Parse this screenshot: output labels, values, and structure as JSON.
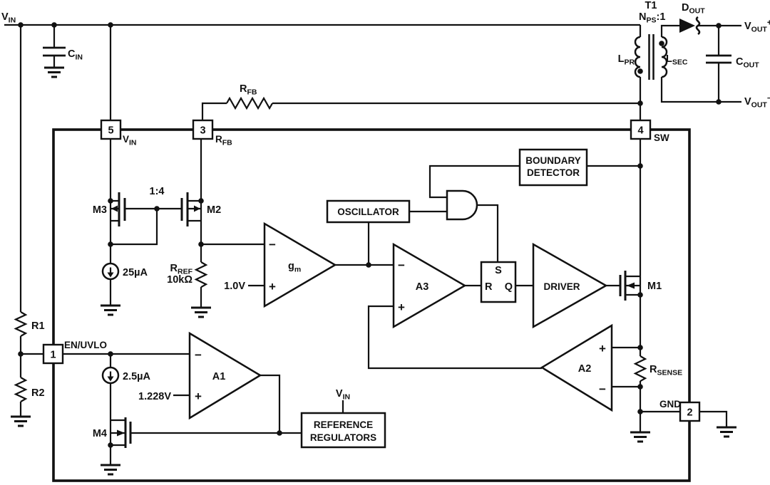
{
  "diagram": {
    "description": "Flyback converter IC internal block diagram",
    "colors": {
      "line": "#111111",
      "background": "#ffffff"
    }
  },
  "external": {
    "vin": {
      "main": "V",
      "sub": "IN"
    },
    "cin": {
      "main": "C",
      "sub": "IN"
    },
    "rfb": {
      "main": "R",
      "sub": "FB"
    },
    "r1": "R1",
    "r2": "R2",
    "transformer": {
      "name": "T1",
      "ratio_main": "N",
      "ratio_sub": "PS",
      "ratio_suffix": ":1",
      "lpri": {
        "main": "L",
        "sub": "PRI"
      },
      "lsec": {
        "main": "L",
        "sub": "SEC"
      }
    },
    "dout": {
      "main": "D",
      "sub": "OUT"
    },
    "cout": {
      "main": "C",
      "sub": "OUT"
    },
    "vout_plus": {
      "main": "V",
      "sub": "OUT",
      "sign": "+"
    },
    "vout_minus": {
      "main": "V",
      "sub": "OUT",
      "sign": "−"
    }
  },
  "pins": {
    "p5": {
      "num": "5",
      "main": "V",
      "sub": "IN"
    },
    "p3": {
      "num": "3",
      "main": "R",
      "sub": "FB"
    },
    "p4": {
      "num": "4",
      "name": "SW"
    },
    "p1": {
      "num": "1",
      "name": "EN/UVLO"
    },
    "p2": {
      "num": "2",
      "name": "GND"
    }
  },
  "internal": {
    "m1": "M1",
    "m2": "M2",
    "m3": "M3",
    "m4": "M4",
    "ratio": "1:4",
    "i_mirror": "25µA",
    "i_en": "2.5µA",
    "rref": {
      "main": "R",
      "sub": "REF",
      "value": "10kΩ"
    },
    "ref_1v": "1.0V",
    "ref_1228": "1.228V",
    "gm": {
      "main": "g",
      "sub": "m"
    },
    "oscillator": "OSCILLATOR",
    "boundary_line1": "BOUNDARY",
    "boundary_line2": "DETECTOR",
    "a1": "A1",
    "a2": "A2",
    "a3": "A3",
    "latch_s": "S",
    "latch_r": "R",
    "latch_q": "Q",
    "driver": "DRIVER",
    "reference_line1": "REFERENCE",
    "reference_line2": "REGULATORS",
    "ref_vin": {
      "main": "V",
      "sub": "IN"
    },
    "rsense": {
      "main": "R",
      "sub": "SENSE"
    },
    "plus": "+",
    "minus": "−"
  }
}
